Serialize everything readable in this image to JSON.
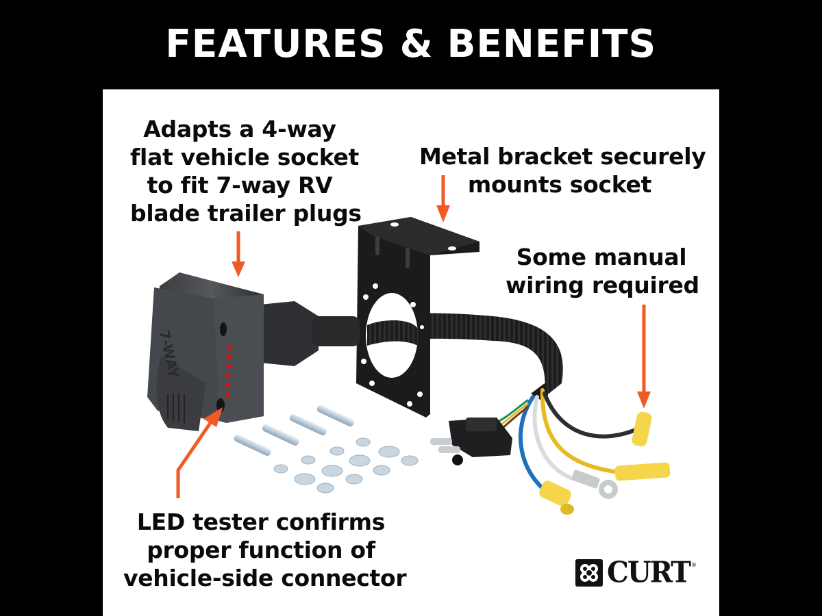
{
  "header": {
    "title": "FEATURES & BENEFITS"
  },
  "callouts": {
    "adapter": {
      "lines": [
        "Adapts a 4-way",
        "flat vehicle socket",
        "to fit 7-way RV",
        "blade trailer plugs"
      ]
    },
    "bracket": {
      "lines": [
        "Metal bracket securely",
        "mounts socket"
      ]
    },
    "wiring": {
      "lines": [
        "Some manual",
        "wiring required"
      ]
    },
    "led": {
      "lines": [
        "LED tester confirms",
        "proper function of",
        "vehicle-side connector"
      ]
    }
  },
  "product": {
    "socket_label": "7-WAY",
    "led_count": 6,
    "hardware": {
      "bolts": 4,
      "lock_washers": 4,
      "flat_washers": 4,
      "nuts": 4
    },
    "wire_colors": [
      "#e8b923",
      "#1f6fbf",
      "#d9dcdc",
      "#2b2f33",
      "#1a8f5a",
      "#6b3f1f"
    ]
  },
  "brand": {
    "name": "CURT",
    "registered": "®"
  },
  "colors": {
    "arrow": "#f15a24",
    "header_bg": "#000000",
    "panel_bg": "#ffffff",
    "text": "#0a0a0a"
  }
}
